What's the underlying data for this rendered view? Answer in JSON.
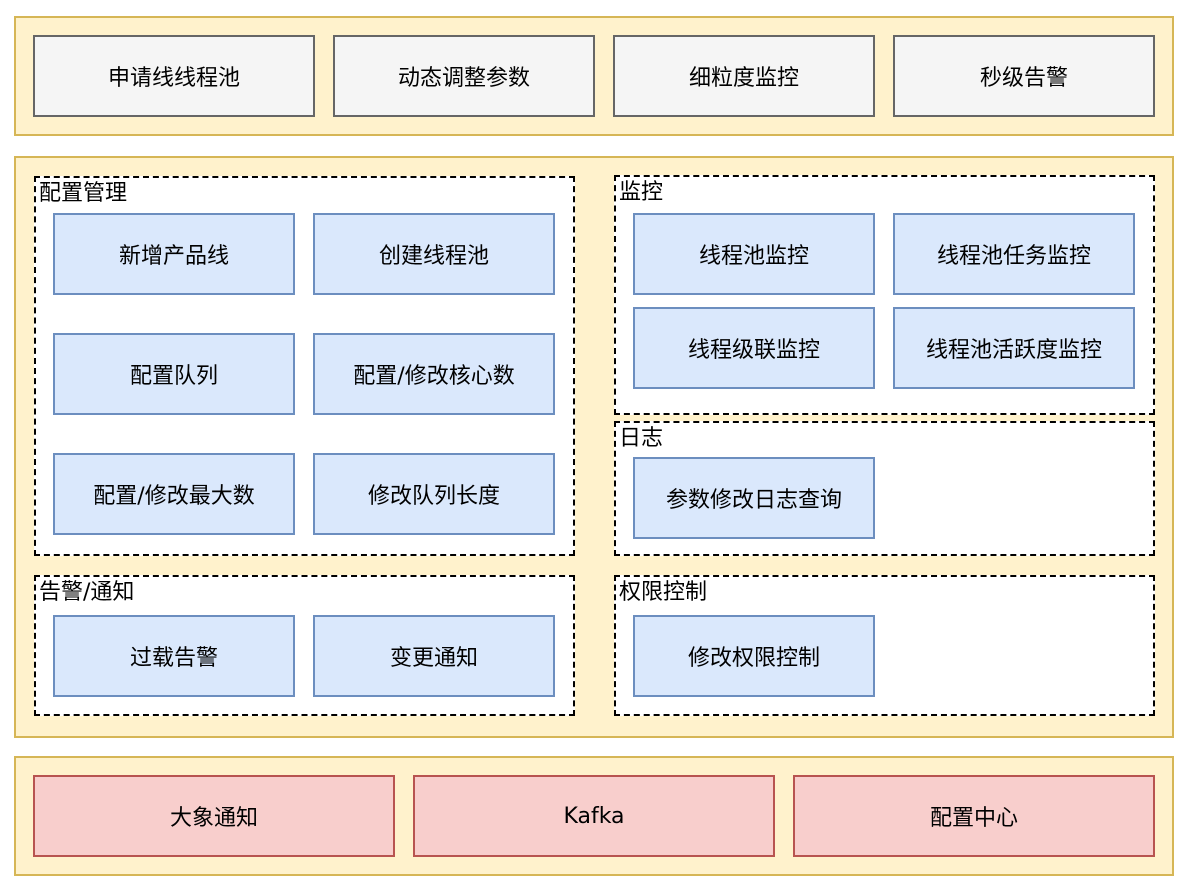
{
  "top_layer": {
    "items": [
      "申请线线程池",
      "动态调整参数",
      "细粒度监控",
      "秒级告警"
    ]
  },
  "middle_layer": {
    "config": {
      "title": "配置管理",
      "items": [
        "新增产品线",
        "创建线程池",
        "配置队列",
        "配置/修改核心数",
        "配置/修改最大数",
        "修改队列长度"
      ]
    },
    "alert": {
      "title": "告警/通知",
      "items": [
        "过载告警",
        "变更通知"
      ]
    },
    "monitor": {
      "title": "监控",
      "items": [
        "线程池监控",
        "线程池任务监控",
        "线程级联监控",
        "线程池活跃度监控"
      ]
    },
    "log": {
      "title": "日志",
      "items": [
        "参数修改日志查询"
      ]
    },
    "permission": {
      "title": "权限控制",
      "items": [
        "修改权限控制"
      ]
    }
  },
  "bottom_layer": {
    "items": [
      "大象通知",
      "Kafka",
      "配置中心"
    ]
  },
  "colors": {
    "layer_fill": "#fff2cc",
    "layer_border": "#d6b656",
    "gray_fill": "#f5f5f5",
    "gray_border": "#666666",
    "blue_fill": "#dae8fc",
    "blue_border": "#6c8ebf",
    "red_fill": "#f8cecc",
    "red_border": "#b85450"
  }
}
